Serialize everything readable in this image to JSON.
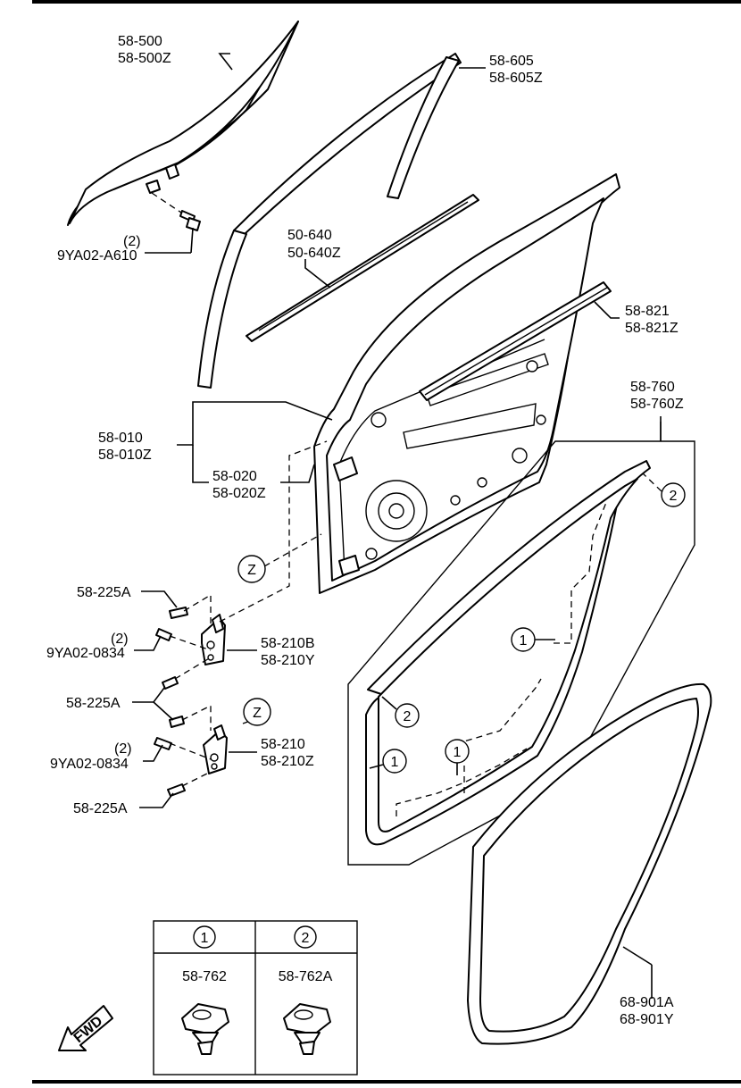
{
  "callouts": {
    "glass": [
      "58-500",
      "58-500Z"
    ],
    "channel": [
      "58-605",
      "58-605Z"
    ],
    "glass_bolt_qty": "(2)",
    "glass_bolt": "9YA02-A610",
    "belt_molding": [
      "50-640",
      "50-640Z"
    ],
    "outer_weatherstrip": [
      "58-821",
      "58-821Z"
    ],
    "door_assy": [
      "58-010",
      "58-010Z"
    ],
    "door_panel": [
      "58-020",
      "58-020Z"
    ],
    "door_weatherstrip": [
      "58-760",
      "58-760Z"
    ],
    "upper_hinge_bolt": "58-225A",
    "upper_hinge_bolt2_qty": "(2)",
    "upper_hinge_bolt2": "9YA02-0834",
    "upper_hinge": [
      "58-210B",
      "58-210Y"
    ],
    "middle_bolt": "58-225A",
    "lower_hinge_bolt2_qty": "(2)",
    "lower_hinge_bolt2": "9YA02-0834",
    "lower_hinge": [
      "58-210",
      "58-210Z"
    ],
    "lower_hinge_bolt": "58-225A",
    "body_weatherstrip": [
      "68-901A",
      "68-901Y"
    ]
  },
  "markers": {
    "z": "Z",
    "one": "1",
    "two": "2"
  },
  "clip_table": {
    "headers": [
      "1",
      "2"
    ],
    "parts": [
      "58-762",
      "58-762A"
    ]
  },
  "fwd_label": "FWD"
}
